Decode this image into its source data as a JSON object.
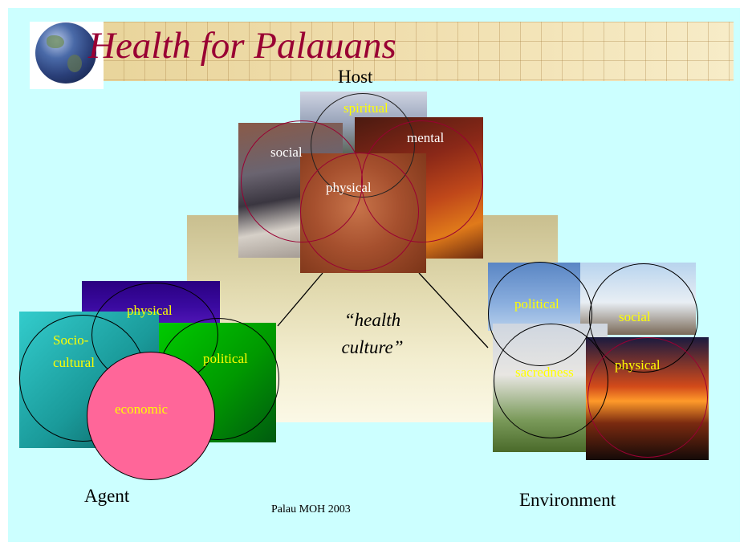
{
  "title": "Health for Palauans",
  "host": {
    "label": "Host",
    "circles": [
      "spiritual",
      "social",
      "mental",
      "physical"
    ]
  },
  "center_text": [
    "“health",
    "culture”"
  ],
  "agent": {
    "label": "Agent",
    "circles": [
      "physical",
      "Socio-",
      "cultural",
      "political",
      "economic"
    ]
  },
  "environment": {
    "label": "Environment",
    "circles": [
      "political",
      "social",
      "sacredness",
      "physical"
    ]
  },
  "footer": "Palau MOH 2003",
  "colors": {
    "background": "#ccffff",
    "title": "#990033",
    "circle_text": "#ffff00",
    "economic_circle": "#ff6699",
    "dark_red_ring": "#990033"
  }
}
